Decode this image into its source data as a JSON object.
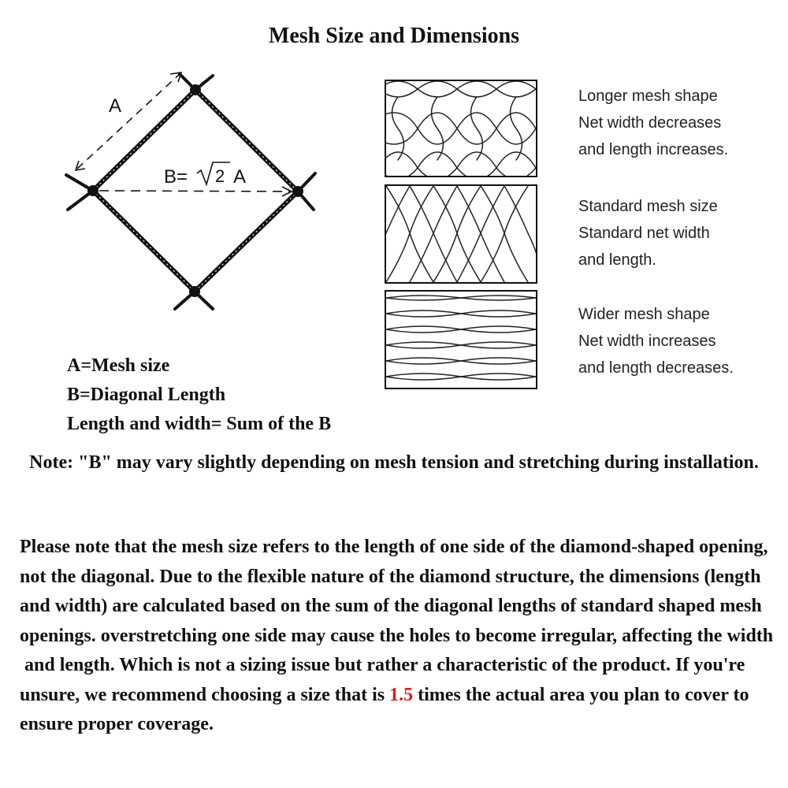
{
  "title": "Mesh Size and Dimensions",
  "diagram": {
    "label_a": "A",
    "formula_prefix": "B=",
    "formula_radicand": "2",
    "formula_suffix": "A"
  },
  "legend": [
    "A=Mesh size",
    "B=Diagonal Length",
    "Length and width= Sum of the B"
  ],
  "mesh_types": [
    {
      "name": "longer",
      "lines": [
        "Longer mesh shape",
        "Net width decreases",
        "and length increases."
      ]
    },
    {
      "name": "standard",
      "lines": [
        "Standard mesh size",
        "Standard net width",
        "and length."
      ]
    },
    {
      "name": "wider",
      "lines": [
        "Wider mesh shape",
        "Net width increases",
        "and length decreases."
      ]
    }
  ],
  "note": "Note: \"B\" may vary slightly depending on mesh tension and stretching during installation.",
  "paragraph": {
    "lines": [
      "Please note that the mesh size refers to the length of one side of the diamond-shaped opening,",
      "not the diagonal. Due to the flexible nature of the diamond structure, the dimensions (length",
      "and width) are calculated based on the sum of the diagonal lengths of standard shaped mesh",
      "openings. overstretching one side may cause the holes to become irregular, affecting the width",
      " and length. Which is not a sizing issue but rather a characteristic of the product. If you're"
    ],
    "line6_before": "unsure, we recommend choosing a size that is ",
    "highlight": "1.5",
    "line6_after": " times the actual area you plan to cover to",
    "line7": "ensure proper coverage."
  },
  "colors": {
    "highlight": "#e11b1b",
    "text": "#111111"
  }
}
